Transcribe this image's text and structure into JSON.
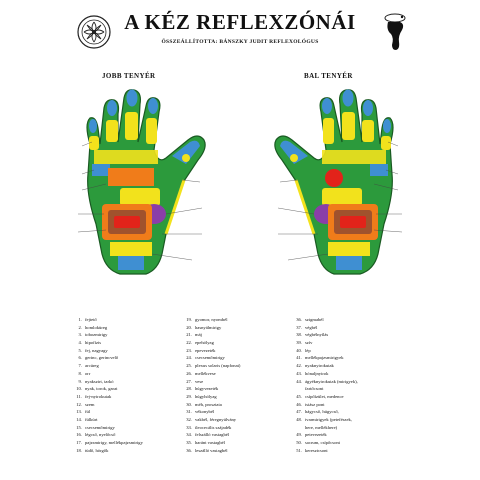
{
  "header": {
    "title": "A KÉZ REFLEXZÓNÁI",
    "subtitle": "ÖSSZEÁLLÍTOTTA: BÁNSZKY JUDIT REFLEXOLÓGUS"
  },
  "hands": {
    "right_label": "JOBB TENYÉR",
    "left_label": "BAL TENYÉR"
  },
  "legend": {
    "col1": [
      {
        "n": "1.",
        "t": "fejtető"
      },
      {
        "n": "2.",
        "t": "homloküreg"
      },
      {
        "n": "3.",
        "t": "tobozmirigy"
      },
      {
        "n": "4.",
        "t": "hipofízis"
      },
      {
        "n": "5.",
        "t": "fej, nagyagy"
      },
      {
        "n": "6.",
        "t": "gerinc, gerincvelő"
      },
      {
        "n": "7.",
        "t": "arcüreg"
      },
      {
        "n": "8.",
        "t": "orr"
      },
      {
        "n": "9.",
        "t": "nyakszirt, tarkó"
      },
      {
        "n": "10.",
        "t": "nyak, torok, garat"
      },
      {
        "n": "11.",
        "t": "fej-nyirokutak"
      },
      {
        "n": "12.",
        "t": "szem"
      },
      {
        "n": "13.",
        "t": "fül"
      },
      {
        "n": "14.",
        "t": "fülkürt"
      },
      {
        "n": "15.",
        "t": "csecsemőmirigy"
      },
      {
        "n": "16.",
        "t": "légcső, nyelőcső"
      },
      {
        "n": "17.",
        "t": "pajzsmirigy, mellékpajzsmirigy"
      },
      {
        "n": "18.",
        "t": "tüdő, hörgők"
      }
    ],
    "col2": [
      {
        "n": "19.",
        "t": "gyomor, nyombél"
      },
      {
        "n": "20.",
        "t": "hasnyálmirigy"
      },
      {
        "n": "21.",
        "t": "máj"
      },
      {
        "n": "22.",
        "t": "epehólyag"
      },
      {
        "n": "23.",
        "t": "epevezeték"
      },
      {
        "n": "24.",
        "t": "csecsemőmirigy"
      },
      {
        "n": "25.",
        "t": "plexus solaris (napfonat)"
      },
      {
        "n": "26.",
        "t": "mellékvese"
      },
      {
        "n": "27.",
        "t": "vese"
      },
      {
        "n": "28.",
        "t": "húgyvezeték"
      },
      {
        "n": "29.",
        "t": "húgyhólyag"
      },
      {
        "n": "30.",
        "t": "méh, prosztata"
      },
      {
        "n": "31.",
        "t": "vékonybél"
      },
      {
        "n": "32.",
        "t": "vakbél, féregnyúlvány"
      },
      {
        "n": "33.",
        "t": "ileocecális szájadék"
      },
      {
        "n": "34.",
        "t": "felszálló vastagbél"
      },
      {
        "n": "35.",
        "t": "haránt vastagbél"
      },
      {
        "n": "36.",
        "t": "leszálló vastagbél"
      }
    ],
    "col3": [
      {
        "n": "36.",
        "t": "szigmabél"
      },
      {
        "n": "37.",
        "t": "végbél"
      },
      {
        "n": "38.",
        "t": "végbélnyílás"
      },
      {
        "n": "39.",
        "t": "szív"
      },
      {
        "n": "40.",
        "t": "lép"
      },
      {
        "n": "41.",
        "t": "mellékpajzsmirigyek"
      },
      {
        "n": "42.",
        "t": "nyaknyirokutak"
      },
      {
        "n": "43.",
        "t": "hónaljnyirok"
      },
      {
        "n": "44.",
        "t": "ágyéknyirokutak (mirigyek),"
      },
      {
        "n": "",
        "t": "fartőcsont"
      },
      {
        "n": "45.",
        "t": "csípőízület, medence"
      },
      {
        "n": "46.",
        "t": "isiász pont"
      },
      {
        "n": "47.",
        "t": "hágycső, húgycső,"
      },
      {
        "n": "48.",
        "t": "ivarmirigyek (petefészek,"
      },
      {
        "n": "",
        "t": "here, mellékhere)"
      },
      {
        "n": "49.",
        "t": "petevezeték"
      },
      {
        "n": "50.",
        "t": "sacrum, csípőcsont"
      },
      {
        "n": "51.",
        "t": "keresztcsont"
      }
    ]
  },
  "colors": {
    "finger_tip": "#3f8fd2",
    "finger_yellow": "#f2e21c",
    "palm_green": "#2c9a3c",
    "liver_brown": "#a0522d",
    "intestine_orange": "#f07c1a",
    "heart_red": "#e2231a",
    "kidney_purple": "#8a3ea8"
  }
}
